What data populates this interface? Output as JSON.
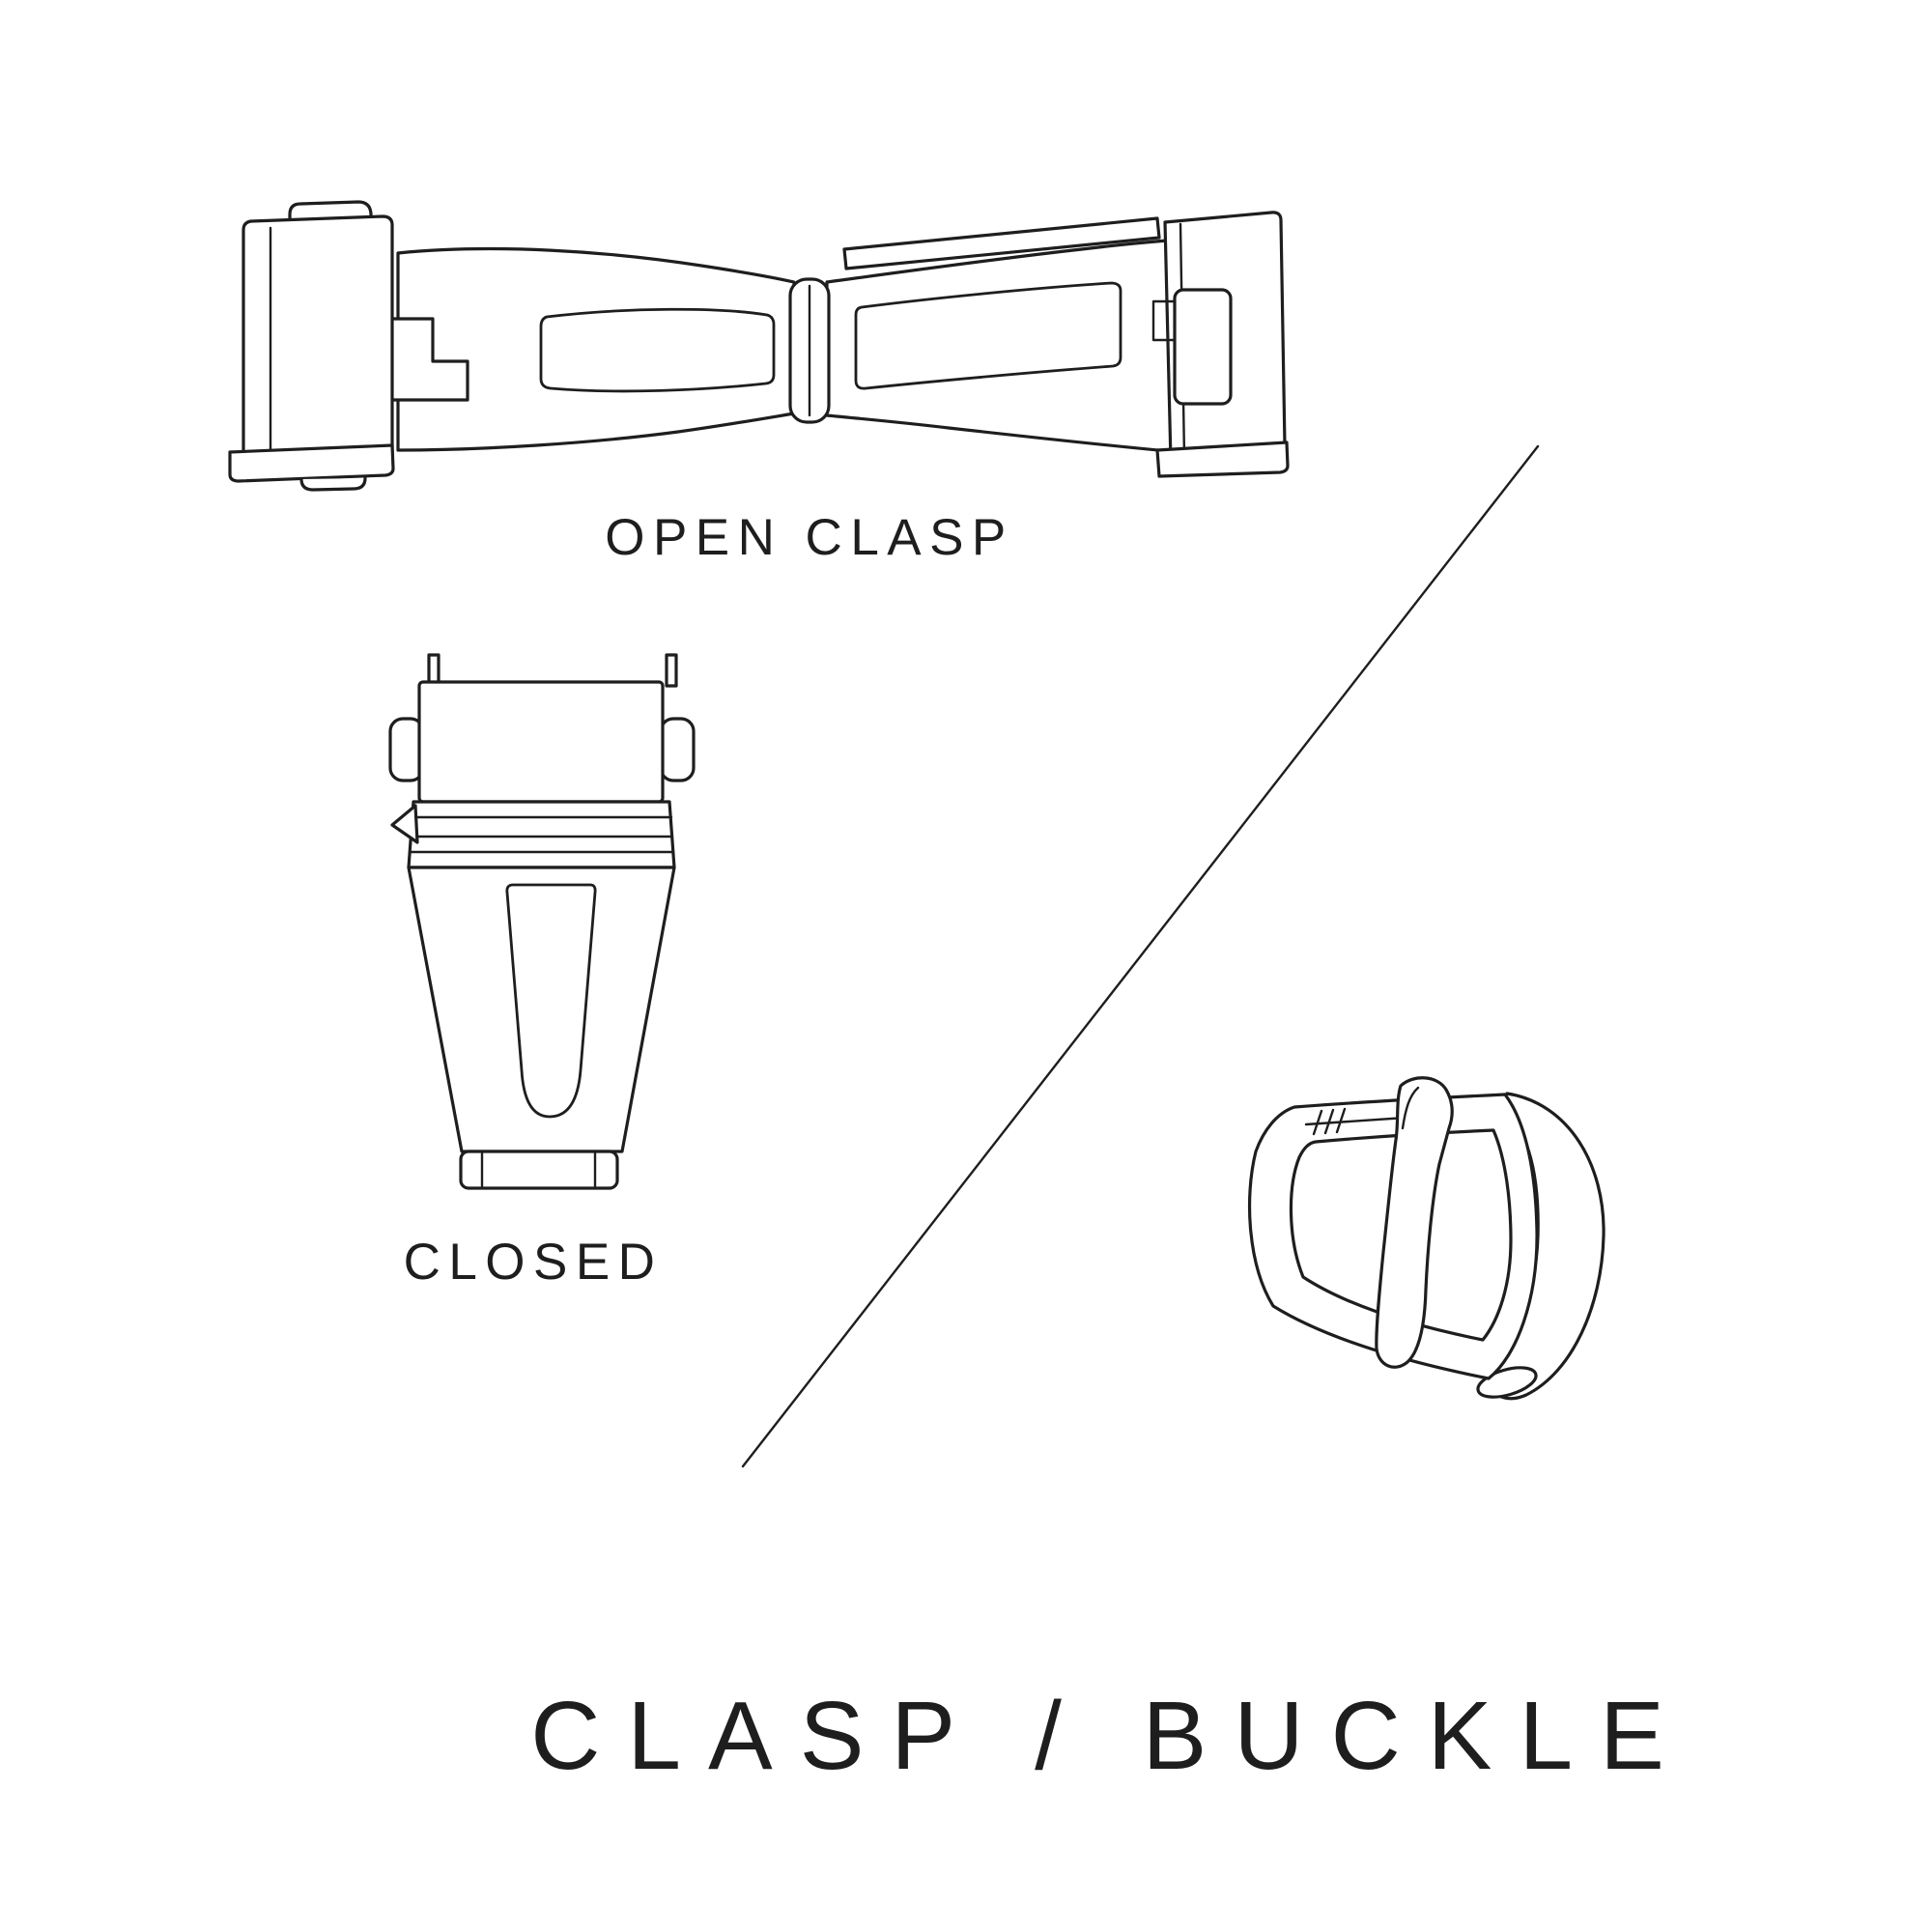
{
  "canvas": {
    "background": "#ffffff",
    "line_color": "#1e1e1e",
    "text_color": "#1e1e1e"
  },
  "figures": {
    "open_clasp": {
      "label": "OPEN CLASP"
    },
    "closed_clasp": {
      "label": "CLOSED"
    },
    "buckle": {
      "label": ""
    }
  },
  "title": {
    "text": "CLASP / BUCKLE"
  }
}
